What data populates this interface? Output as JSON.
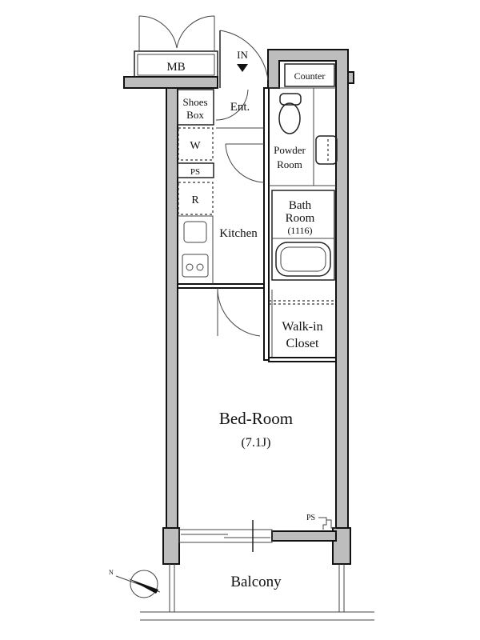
{
  "plan": {
    "rooms": {
      "mb": "MB",
      "in": "IN",
      "counter": "Counter",
      "shoes_box_1": "Shoes",
      "shoes_box_2": "Box",
      "entrance": "Ent.",
      "washer": "W",
      "ps_kitchen": "PS",
      "refrigerator": "R",
      "kitchen": "Kitchen",
      "powder_room_1": "Powder",
      "powder_room_2": "Room",
      "bath_room_1": "Bath",
      "bath_room_2": "Room",
      "bath_size": "(1116)",
      "walk_in_1": "Walk-in",
      "walk_in_2": "Closet",
      "bedroom": "Bed-Room",
      "bedroom_size": "(7.1J)",
      "ps_bedroom": "PS",
      "balcony": "Balcony",
      "compass_n": "N"
    },
    "colors": {
      "wall_fill": "#bdbdbd",
      "line": "#111111"
    }
  }
}
